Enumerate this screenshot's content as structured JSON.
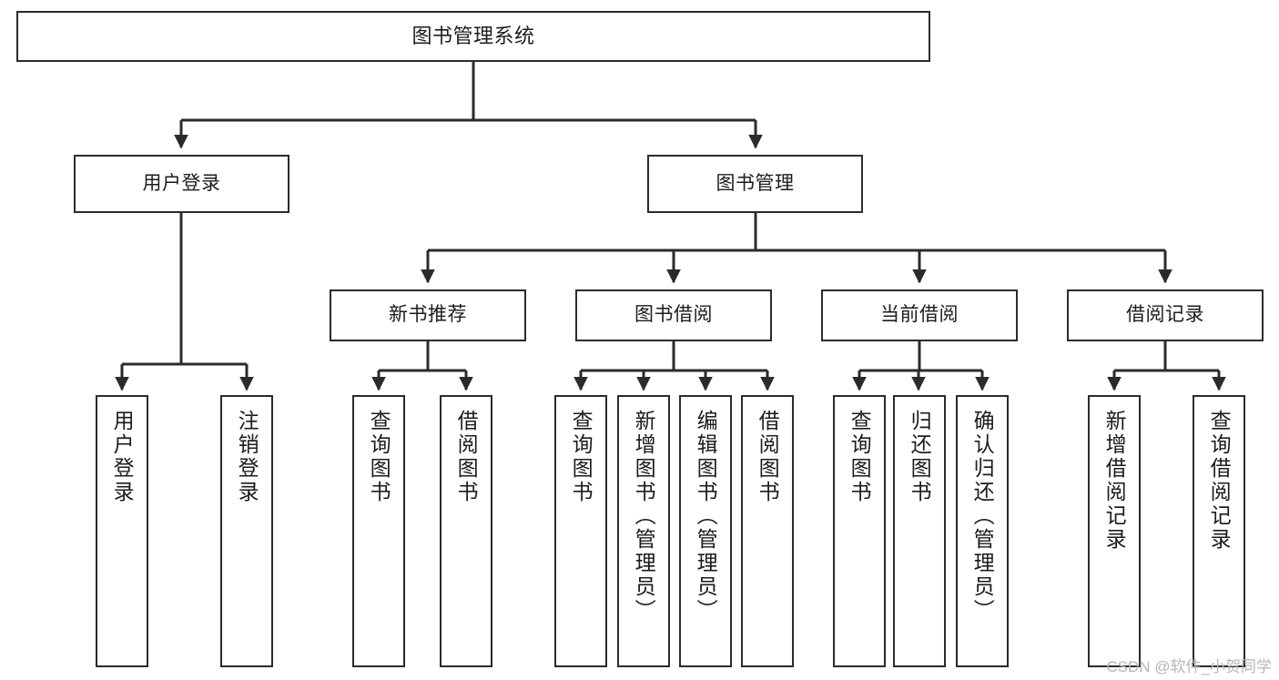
{
  "diagram": {
    "title": "图书管理系统",
    "type": "tree",
    "watermark": "CSDN @软件_小贺同学",
    "line_color": "#2b2b2b",
    "box_fill": "#ffffff",
    "text_color": "#1c1c1c"
  },
  "nodes": {
    "root": {
      "label": "图书管理系统",
      "level": 0
    },
    "l1": [
      {
        "id": "user_login",
        "label": "用户登录",
        "level": 1
      },
      {
        "id": "book_mgmt",
        "label": "图书管理",
        "level": 1
      }
    ],
    "l2": [
      {
        "id": "new_book_rec",
        "label": "新书推荐",
        "level": 2,
        "parent": "book_mgmt"
      },
      {
        "id": "book_borrow",
        "label": "图书借阅",
        "level": 2,
        "parent": "book_mgmt"
      },
      {
        "id": "current_borrow",
        "label": "当前借阅",
        "level": 2,
        "parent": "book_mgmt"
      },
      {
        "id": "borrow_record",
        "label": "借阅记录",
        "level": 2,
        "parent": "book_mgmt"
      }
    ],
    "l3": [
      {
        "id": "leaf_user_login",
        "label": "用户登录",
        "level": 3,
        "parent": "user_login"
      },
      {
        "id": "leaf_user_logout",
        "label": "注销登录",
        "level": 3,
        "parent": "user_login"
      },
      {
        "id": "leaf_query_book_1",
        "label": "查询图书",
        "level": 3,
        "parent": "new_book_rec"
      },
      {
        "id": "leaf_borrow_book_1",
        "label": "借阅图书",
        "level": 3,
        "parent": "new_book_rec"
      },
      {
        "id": "leaf_query_book_2",
        "label": "查询图书",
        "level": 3,
        "parent": "book_borrow"
      },
      {
        "id": "leaf_add_book",
        "label": "新增图书（管理员）",
        "level": 3,
        "parent": "book_borrow"
      },
      {
        "id": "leaf_edit_book",
        "label": "编辑图书（管理员）",
        "level": 3,
        "parent": "book_borrow"
      },
      {
        "id": "leaf_borrow_book_2",
        "label": "借阅图书",
        "level": 3,
        "parent": "book_borrow"
      },
      {
        "id": "leaf_query_book_3",
        "label": "查询图书",
        "level": 3,
        "parent": "current_borrow"
      },
      {
        "id": "leaf_return_book",
        "label": "归还图书",
        "level": 3,
        "parent": "current_borrow"
      },
      {
        "id": "leaf_confirm_return",
        "label": "确认归还（管理员）",
        "level": 3,
        "parent": "current_borrow"
      },
      {
        "id": "leaf_add_record",
        "label": "新增借阅记录",
        "level": 3,
        "parent": "borrow_record"
      },
      {
        "id": "leaf_query_record",
        "label": "查询借阅记录",
        "level": 3,
        "parent": "borrow_record"
      }
    ]
  }
}
